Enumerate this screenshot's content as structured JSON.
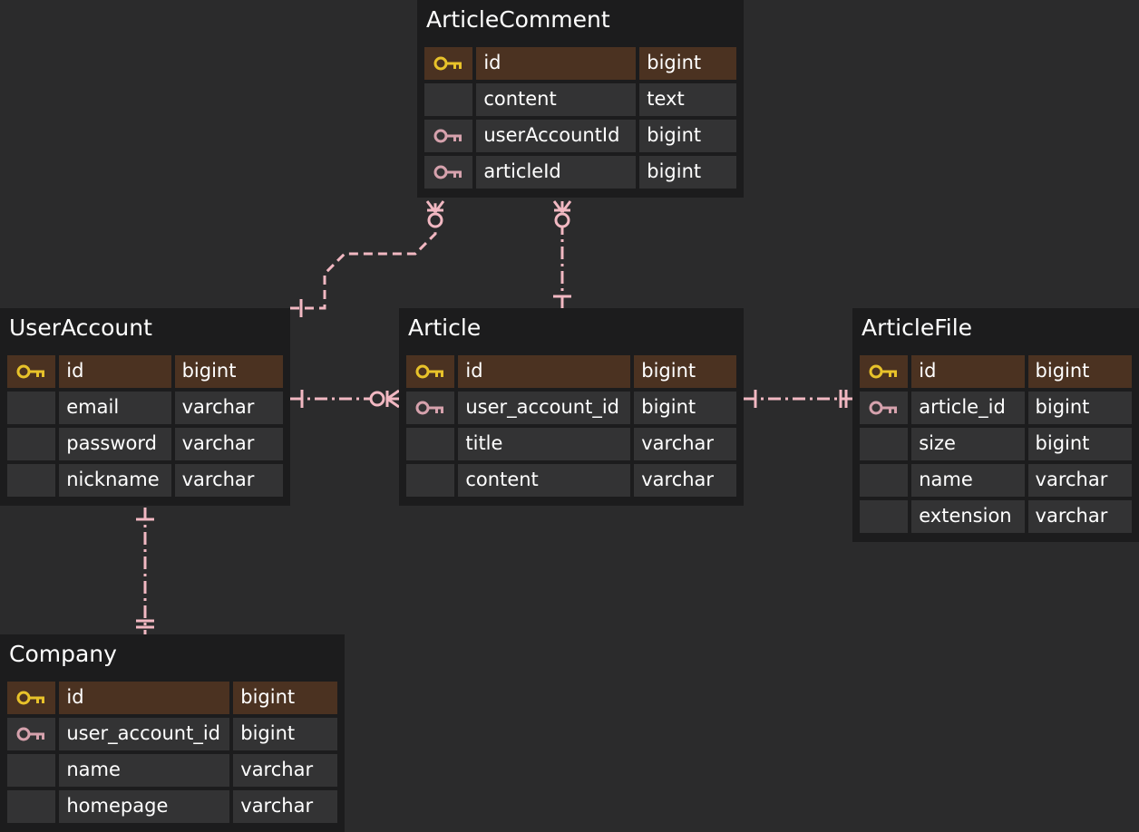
{
  "colors": {
    "background": "#2b2b2c",
    "table": "#1c1c1d",
    "cell": "#333334",
    "primary_key_row": "#4b3221",
    "primary_key_icon": "#e8c22a",
    "foreign_key_icon": "#d6a2ad",
    "relation_line": "#f2b8c2"
  },
  "icons": {
    "primary_key": "gold-key-icon",
    "foreign_key": "pink-key-icon"
  },
  "tables": {
    "article_comment": {
      "name": "ArticleComment",
      "columns": [
        {
          "name": "id",
          "type": "bigint",
          "key": "pk"
        },
        {
          "name": "content",
          "type": "text",
          "key": ""
        },
        {
          "name": "userAccountId",
          "type": "bigint",
          "key": "fk"
        },
        {
          "name": "articleId",
          "type": "bigint",
          "key": "fk"
        }
      ]
    },
    "user_account": {
      "name": "UserAccount",
      "columns": [
        {
          "name": "id",
          "type": "bigint",
          "key": "pk"
        },
        {
          "name": "email",
          "type": "varchar",
          "key": ""
        },
        {
          "name": "password",
          "type": "varchar",
          "key": ""
        },
        {
          "name": "nickname",
          "type": "varchar",
          "key": ""
        }
      ]
    },
    "article": {
      "name": "Article",
      "columns": [
        {
          "name": "id",
          "type": "bigint",
          "key": "pk"
        },
        {
          "name": "user_account_id",
          "type": "bigint",
          "key": "fk"
        },
        {
          "name": "title",
          "type": "varchar",
          "key": ""
        },
        {
          "name": "content",
          "type": "varchar",
          "key": ""
        }
      ]
    },
    "article_file": {
      "name": "ArticleFile",
      "columns": [
        {
          "name": "id",
          "type": "bigint",
          "key": "pk"
        },
        {
          "name": "article_id",
          "type": "bigint",
          "key": "fk"
        },
        {
          "name": "size",
          "type": "bigint",
          "key": ""
        },
        {
          "name": "name",
          "type": "varchar",
          "key": ""
        },
        {
          "name": "extension",
          "type": "varchar",
          "key": ""
        }
      ]
    },
    "company": {
      "name": "Company",
      "columns": [
        {
          "name": "id",
          "type": "bigint",
          "key": "pk"
        },
        {
          "name": "user_account_id",
          "type": "bigint",
          "key": "fk"
        },
        {
          "name": "name",
          "type": "varchar",
          "key": ""
        },
        {
          "name": "homepage",
          "type": "varchar",
          "key": ""
        }
      ]
    }
  },
  "relations": [
    {
      "from": "UserAccount",
      "to": "ArticleComment",
      "from_end": "one",
      "to_end": "zero-or-many"
    },
    {
      "from": "Article",
      "to": "ArticleComment",
      "from_end": "one",
      "to_end": "zero-or-many"
    },
    {
      "from": "UserAccount",
      "to": "Article",
      "from_end": "one",
      "to_end": "zero-or-many"
    },
    {
      "from": "Article",
      "to": "ArticleFile",
      "from_end": "one",
      "to_end": "one-and-only-one"
    },
    {
      "from": "UserAccount",
      "to": "Company",
      "from_end": "one",
      "to_end": "one-and-only-one"
    }
  ]
}
